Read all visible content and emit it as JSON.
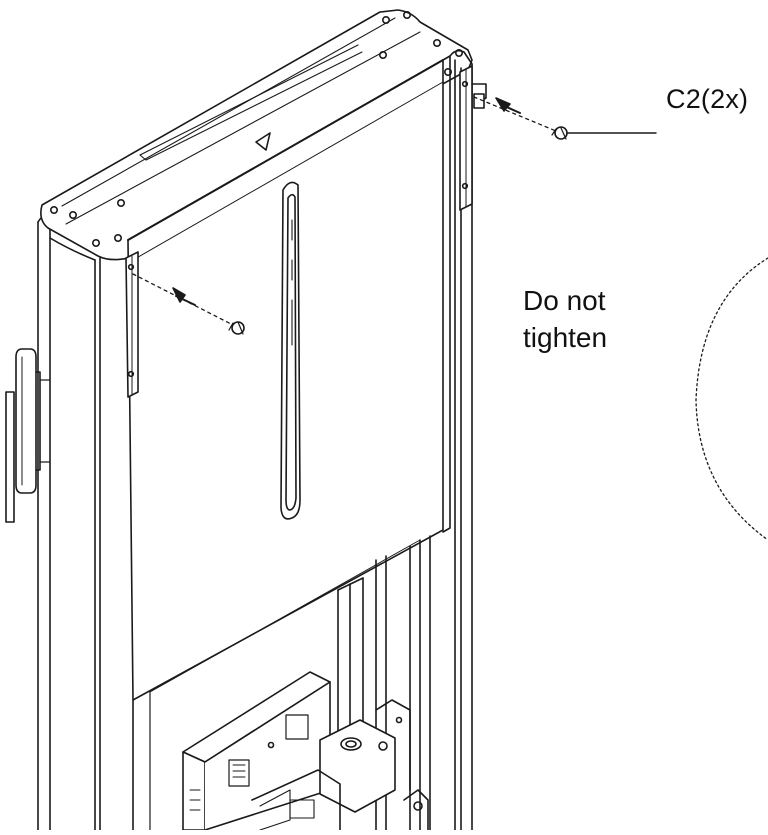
{
  "callouts": {
    "part_label": "C2(2x)",
    "note_line1": "Do not",
    "note_line2": "tighten"
  },
  "colors": {
    "line": "#1a1a1a",
    "fill": "#ffffff",
    "shade": "#e9e9e9"
  }
}
